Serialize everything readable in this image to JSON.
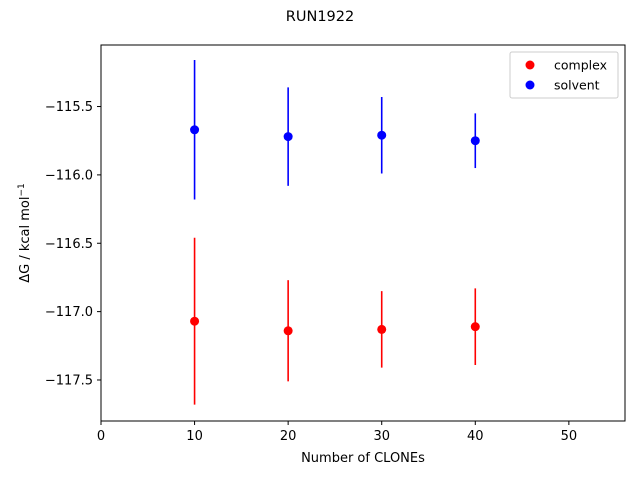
{
  "chart_data": {
    "type": "scatter",
    "title": "RUN1922",
    "xlabel": "Number of CLONEs",
    "ylabel_main": "ΔG / kcal mol",
    "ylabel_sup": "−1",
    "xlim": [
      0,
      56
    ],
    "ylim": [
      -117.8,
      -115.05
    ],
    "xticks": [
      0,
      10,
      20,
      30,
      40,
      50
    ],
    "xtick_labels": [
      "0",
      "10",
      "20",
      "30",
      "40",
      "50"
    ],
    "yticks": [
      -115.5,
      -116.0,
      -116.5,
      -117.0,
      -117.5
    ],
    "ytick_labels": [
      "−115.5",
      "−116.0",
      "−116.5",
      "−117.0",
      "−117.5"
    ],
    "grid": false,
    "legend_position": "top-right",
    "series": [
      {
        "name": "complex",
        "color": "#ff0000",
        "x": [
          10,
          20,
          30,
          40
        ],
        "y": [
          -117.07,
          -117.14,
          -117.13,
          -117.11
        ],
        "yerr": [
          0.61,
          0.37,
          0.28,
          0.28
        ]
      },
      {
        "name": "solvent",
        "color": "#0000ff",
        "x": [
          10,
          20,
          30,
          40
        ],
        "y": [
          -115.67,
          -115.72,
          -115.71,
          -115.75
        ],
        "yerr": [
          0.51,
          0.36,
          0.28,
          0.2
        ]
      }
    ]
  }
}
